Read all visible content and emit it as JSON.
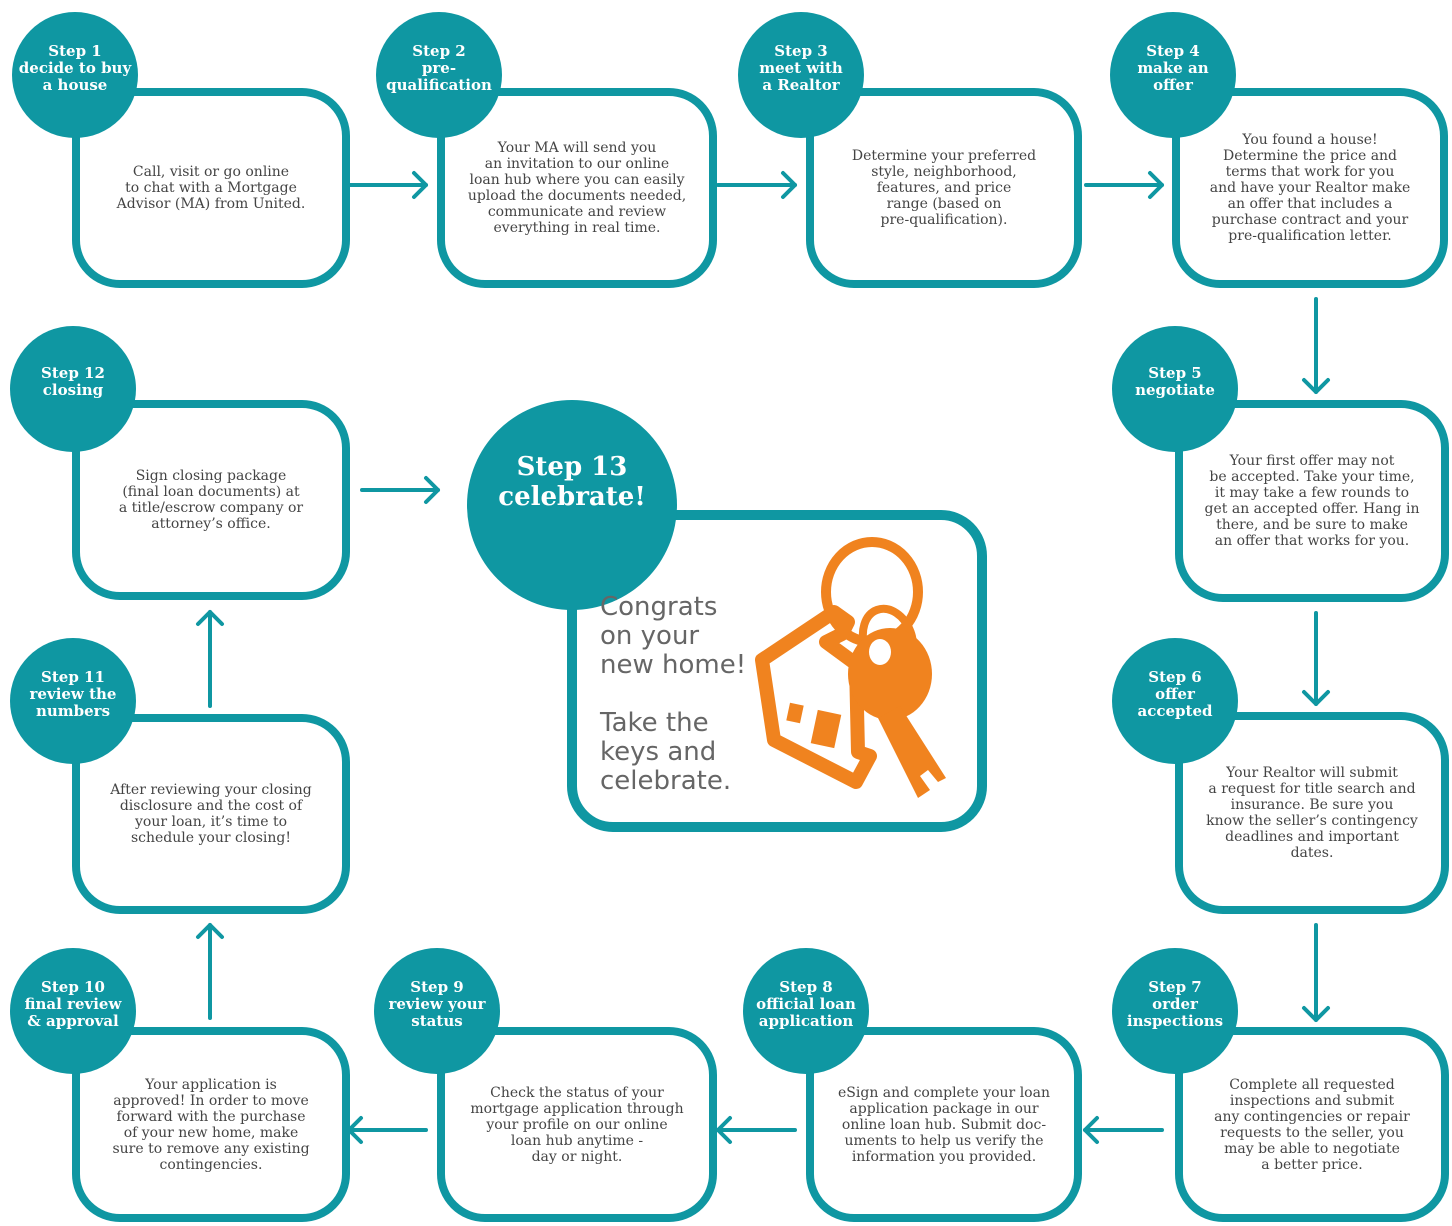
{
  "steps": [
    {
      "title": "Step 1\ndecide to buy\na house",
      "text": "Call, visit or go online\nto chat with a Mortgage\nAdvisor (MA) from United."
    },
    {
      "title": "Step 2\npre-\nqualification",
      "text": "Your MA will send you\nan invitation to our online\nloan hub where you can easily\nupload the documents needed,\ncommunicate and review\neverything in real time."
    },
    {
      "title": "Step 3\nmeet with\na Realtor",
      "text": "Determine your preferred\nstyle, neighborhood,\nfeatures, and price\nrange (based on\npre-qualification)."
    },
    {
      "title": "Step 4\nmake an\noffer",
      "text": "You found a house!\nDetermine the price and\nterms that work for you\nand have your Realtor make\nan offer that includes a\npurchase contract and your\npre-qualification letter."
    },
    {
      "title": "Step 5\nnegotiate",
      "text": "Your first offer may not\nbe accepted. Take your time,\nit may take a few rounds to\nget an accepted offer. Hang in\nthere, and be sure to make\nan offer that works for you."
    },
    {
      "title": "Step 6\noffer\naccepted",
      "text": "Your Realtor will submit\na request for title search and\ninsurance. Be sure you\nknow the seller’s contingency\ndeadlines and important\ndates."
    },
    {
      "title": "Step 7\norder\ninspections",
      "text": "Complete all requested\ninspections and submit\nany contingencies or repair\nrequests to the seller, you\nmay be able to negotiate\na better price."
    },
    {
      "title": "Step 8\nofficial loan\napplication",
      "text": "eSign and complete your loan\napplication package in our\nonline loan hub. Submit doc-\numents to help us verify the\ninformation you provided."
    },
    {
      "title": "Step 9\nreview your\nstatus",
      "text": "Check the status of your\nmortgage application through\nyour profile on our online\nloan hub anytime -\nday or night."
    },
    {
      "title": "Step 10\nfinal review\n& approval",
      "text": "Your application is\napproved! In order to move\nforward with the purchase\nof your new home, make\nsure to remove any existing\ncontingencies."
    },
    {
      "title": "Step 11\nreview the\nnumbers",
      "text": "After reviewing your closing\ndisclosure and the cost of\nyour loan, it’s time to\nschedule your closing!"
    },
    {
      "title": "Step 12\nclosing",
      "text": "Sign closing package\n(final loan documents) at\na title/escrow company or\nattorney’s office."
    }
  ],
  "final": {
    "title": "Step 13\ncelebrate!",
    "message": "Congrats\non your\nnew home!\n\nTake the\nkeys and\ncelebrate."
  },
  "colors": {
    "teal": "#0f97a2",
    "orange": "#f0831f",
    "text": "#444444"
  },
  "icons": {
    "keys": "house-keychain-with-key-icon"
  }
}
